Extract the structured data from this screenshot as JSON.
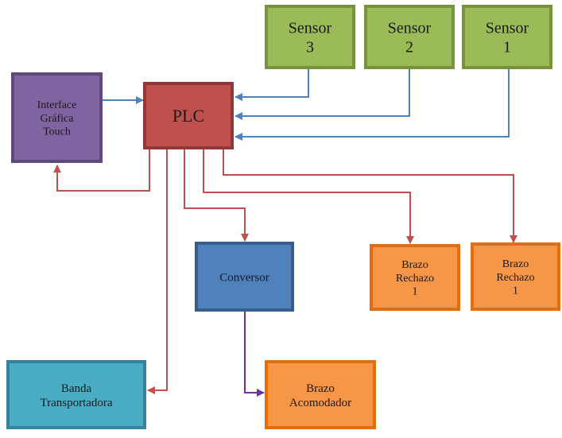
{
  "blocks": {
    "sensor3": {
      "lines": [
        "Sensor",
        "3"
      ]
    },
    "sensor2": {
      "lines": [
        "Sensor",
        "2"
      ]
    },
    "sensor1": {
      "lines": [
        "Sensor",
        "1"
      ]
    },
    "interface": {
      "lines": [
        "Interface",
        "Gráfica",
        "Touch"
      ]
    },
    "plc": {
      "lines": [
        "PLC"
      ]
    },
    "conversor": {
      "lines": [
        "Conversor"
      ]
    },
    "brazo_rechazo_a": {
      "lines": [
        "Brazo",
        "Rechazo",
        "1"
      ]
    },
    "brazo_rechazo_b": {
      "lines": [
        "Brazo",
        "Rechazo",
        "1"
      ]
    },
    "banda": {
      "lines": [
        "Banda",
        "Transportadora"
      ]
    },
    "acomodador": {
      "lines": [
        "Brazo",
        "Acomodador"
      ]
    }
  },
  "colors": {
    "sensor_fill": "#9bbb59",
    "sensor_border": "#77933c",
    "interface_fill": "#8064a2",
    "interface_border": "#5f497a",
    "plc_fill": "#c0504d",
    "plc_border": "#943634",
    "conversor_fill": "#4f81bd",
    "conversor_border": "#385d8a",
    "orange_fill": "#f79646",
    "orange_border": "#e46c0a",
    "banda_fill": "#4bacc6",
    "banda_border": "#31849b",
    "blue_line": "#4f81bd",
    "red_line": "#c0504d",
    "purple_line": "#7030a0"
  }
}
